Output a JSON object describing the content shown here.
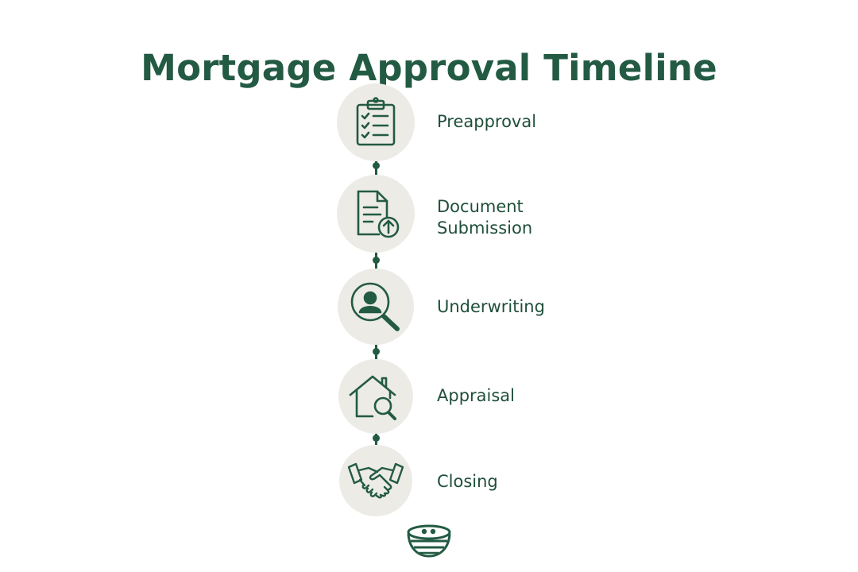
{
  "title": "Mortgage Approval Timeline",
  "colors": {
    "primary": "#235a43",
    "circle_bg": "#ecebe6",
    "background": "#ffffff"
  },
  "steps": [
    {
      "label": "Preapproval",
      "icon": "clipboard-checklist-icon"
    },
    {
      "label": "Document\nSubmission",
      "icon": "document-upload-icon"
    },
    {
      "label": "Underwriting",
      "icon": "magnifier-person-icon"
    },
    {
      "label": "Appraisal",
      "icon": "house-magnifier-icon"
    },
    {
      "label": "Closing",
      "icon": "handshake-icon"
    }
  ],
  "logo": {
    "icon": "bowl-logo-icon"
  }
}
